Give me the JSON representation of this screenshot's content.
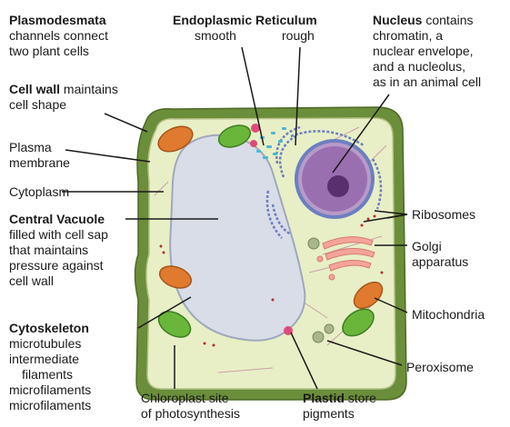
{
  "labels": {
    "plasmodesmata": {
      "bold": "Plasmodesmata",
      "lines": [
        "channels connect",
        "two plant cells"
      ]
    },
    "cell_wall": {
      "bold": "Cell wall",
      "rest": " maintains",
      "lines": [
        "cell shape"
      ]
    },
    "plasma_membrane": {
      "lines": [
        "Plasma",
        "membrane"
      ]
    },
    "cytoplasm": {
      "text": "Cytoplasm"
    },
    "central_vacuole": {
      "bold": "Central Vacuole",
      "lines": [
        "filled with cell sap",
        "that maintains",
        "pressure against",
        "cell wall"
      ]
    },
    "cytoskeleton": {
      "bold": "Cytoskeleton",
      "lines": [
        "microtubules",
        "intermediate",
        "filaments",
        "microfilaments",
        "microfilaments"
      ]
    },
    "er": {
      "bold": "Endoplasmic Reticulum",
      "smooth": "smooth",
      "rough": "rough"
    },
    "nucleus": {
      "bold": "Nucleus",
      "rest": " contains",
      "lines": [
        "chromatin, a",
        "nuclear envelope,",
        "and a nucleolus,",
        "as in an animal cell"
      ]
    },
    "ribosomes": {
      "text": "Ribosomes"
    },
    "golgi": {
      "lines": [
        "Golgi",
        "apparatus"
      ]
    },
    "mitochondria": {
      "text": "Mitochondria"
    },
    "peroxisome": {
      "text": "Peroxisome"
    },
    "chloroplast": {
      "lines": [
        "Chloroplast site",
        "of photosynthesis"
      ]
    },
    "plastid": {
      "bold": "Plastid",
      "rest": " store",
      "lines": [
        "pigments"
      ]
    }
  },
  "colors": {
    "cell_wall": "#6b8e3a",
    "cytoplasm": "#e8efc6",
    "vacuole": "#d8dde8",
    "nucleus": "#9a6fb0",
    "nucleolus": "#5a2f6e",
    "rough_er": "#6d7fc0",
    "smooth_er": "#4ab8d8",
    "mitochondria": "#e07a2e",
    "chloroplast": "#6ab63a",
    "golgi": "#f4a49a",
    "plastid": "#e04a7a",
    "peroxisome": "#a9b58a",
    "ribosome": "#b03030"
  }
}
